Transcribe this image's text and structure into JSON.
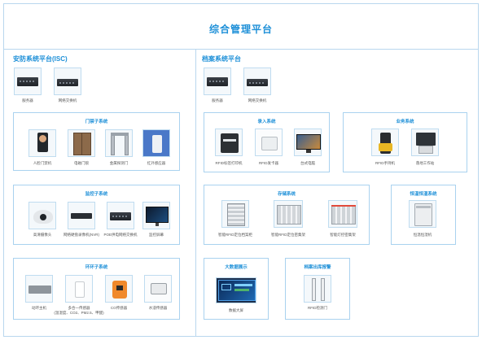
{
  "page": {
    "title": "综合管理平台"
  },
  "left": {
    "title": "安防系统平台(ISC)",
    "top_devices": [
      {
        "label": "服务器",
        "icon": "server-icon"
      },
      {
        "label": "网络交换机",
        "icon": "network-switch-icon"
      }
    ],
    "access": {
      "title": "门禁子系统",
      "devices": [
        {
          "label": "人脸门禁机",
          "icon": "face-terminal-icon"
        },
        {
          "label": "电磁门锁",
          "icon": "door-lock-icon"
        },
        {
          "label": "金属探测门",
          "icon": "metal-detector-door-icon"
        },
        {
          "label": "红外感应器",
          "icon": "infrared-sensor-icon"
        }
      ]
    },
    "monitor": {
      "title": "监控子系统",
      "devices": [
        {
          "label": "高清摄像头",
          "icon": "camera-icon"
        },
        {
          "label": "网络硬盘录像机(NVR)",
          "icon": "nvr-icon"
        },
        {
          "label": "POE供电网络交换机",
          "icon": "poe-switch-icon"
        },
        {
          "label": "监控屏幕",
          "icon": "monitor-screen-icon"
        }
      ]
    },
    "env": {
      "title": "环环子系统",
      "devices": [
        {
          "label": "动环主机",
          "icon": "env-host-icon"
        },
        {
          "label": "多合一传感器\n(温湿度、CO2、PM2.5、甲醛)",
          "icon": "multi-sensor-icon"
        },
        {
          "label": "CO传感器",
          "icon": "co-sensor-icon"
        },
        {
          "label": "水浸传感器",
          "icon": "water-sensor-icon"
        }
      ]
    }
  },
  "right": {
    "title": "档案系统平台",
    "top_devices": [
      {
        "label": "服务器",
        "icon": "server-icon"
      },
      {
        "label": "网络交换机",
        "icon": "network-switch-icon"
      }
    ],
    "ingest": {
      "title": "录入系统",
      "devices": [
        {
          "label": "RFID标签打印机",
          "icon": "label-printer-icon"
        },
        {
          "label": "RFID发卡器",
          "icon": "card-issuer-icon"
        },
        {
          "label": "台式电脑",
          "icon": "desktop-pc-icon"
        }
      ]
    },
    "business": {
      "title": "业务系统",
      "devices": [
        {
          "label": "RFID手持机",
          "icon": "rfid-handheld-icon"
        },
        {
          "label": "落地工作站",
          "icon": "workstation-icon"
        }
      ]
    },
    "storage": {
      "title": "存储系统",
      "devices": [
        {
          "label": "智能RFID定位档案柜",
          "icon": "archive-cabinet-icon"
        },
        {
          "label": "智能RFID定位密集架",
          "icon": "dense-shelf-icon"
        },
        {
          "label": "智能灯控密集架",
          "icon": "light-shelf-icon"
        }
      ]
    },
    "climate": {
      "title": "恒温恒湿系统",
      "devices": [
        {
          "label": "恒温恒湿机",
          "icon": "climate-unit-icon"
        }
      ]
    },
    "bigdata": {
      "title": "大数据展示",
      "devices": [
        {
          "label": "数据大屏",
          "icon": "big-screen-icon"
        }
      ]
    },
    "alarm": {
      "title": "档案出库报警",
      "devices": [
        {
          "label": "RFID检测门",
          "icon": "rfid-gate-icon"
        }
      ]
    }
  }
}
